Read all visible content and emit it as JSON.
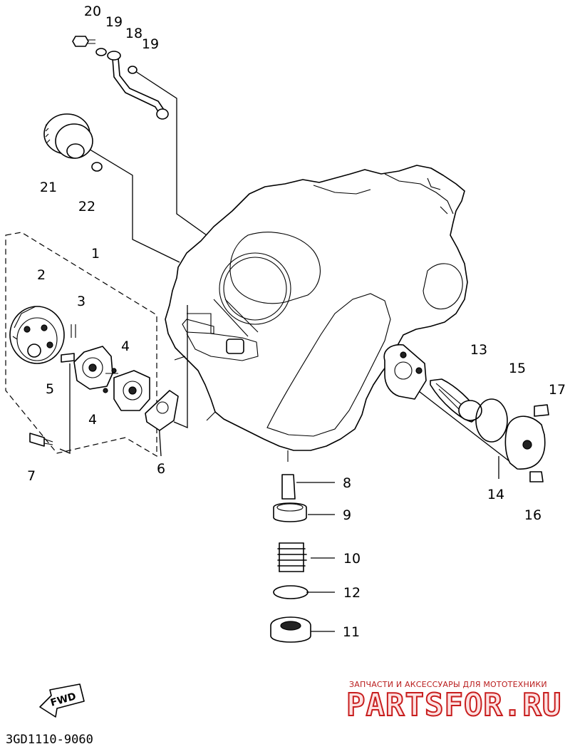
{
  "diagram": {
    "callouts": {
      "c1": "1",
      "c2": "2",
      "c3": "3",
      "c4a": "4",
      "c4b": "4",
      "c5": "5",
      "c6": "6",
      "c7": "7",
      "c8": "8",
      "c9": "9",
      "c10": "10",
      "c11": "11",
      "c12": "12",
      "c13": "13",
      "c14": "14",
      "c15": "15",
      "c16": "16",
      "c17": "17",
      "c18": "18",
      "c19a": "19",
      "c19b": "19",
      "c20": "20",
      "c21": "21",
      "c22": "22"
    },
    "fwd_label": "FWD",
    "diagram_code": "3GD1110-9060"
  },
  "watermark": {
    "tagline": "ЗАПЧАСТИ И АКСЕССУАРЫ ДЛЯ МОТОТЕХНИКИ",
    "logo": "PARTSFOR.RU"
  }
}
